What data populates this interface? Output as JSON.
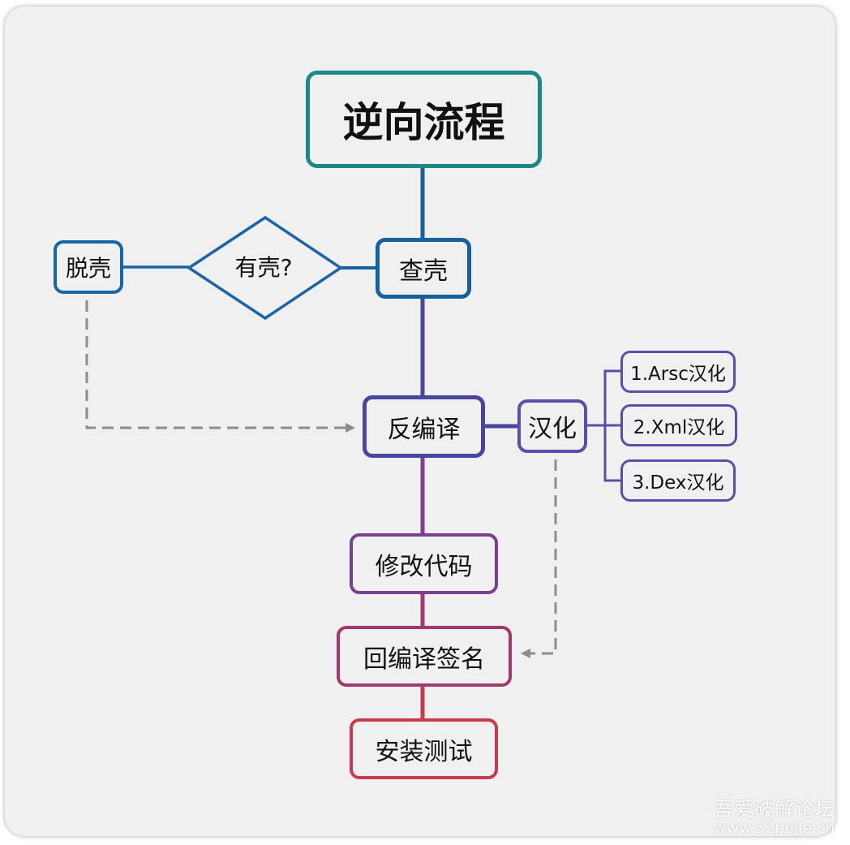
{
  "diagram": {
    "title": "逆向流程",
    "nodes": {
      "check_shell": "查壳",
      "has_shell_decision": "有壳?",
      "unpack": "脱壳",
      "decompile": "反编译",
      "localize": "汉化",
      "localize_steps": [
        "1.Arsc汉化",
        "2.Xml汉化",
        "3.Dex汉化"
      ],
      "modify_code": "修改代码",
      "recompile_sign": "回编译签名",
      "install_test": "安装测试"
    },
    "edges": [
      {
        "from": "逆向流程",
        "to": "查壳",
        "style": "solid"
      },
      {
        "from": "查壳",
        "to": "有壳?",
        "style": "solid"
      },
      {
        "from": "有壳?",
        "to": "脱壳",
        "style": "solid"
      },
      {
        "from": "脱壳",
        "to": "反编译",
        "style": "dashed-arrow"
      },
      {
        "from": "查壳",
        "to": "反编译",
        "style": "solid"
      },
      {
        "from": "反编译",
        "to": "汉化",
        "style": "solid"
      },
      {
        "from": "汉化",
        "to": "1.Arsc汉化",
        "style": "solid"
      },
      {
        "from": "汉化",
        "to": "2.Xml汉化",
        "style": "solid"
      },
      {
        "from": "汉化",
        "to": "3.Dex汉化",
        "style": "solid"
      },
      {
        "from": "汉化",
        "to": "回编译签名",
        "style": "dashed-arrow"
      },
      {
        "from": "反编译",
        "to": "修改代码",
        "style": "solid"
      },
      {
        "from": "修改代码",
        "to": "回编译签名",
        "style": "solid"
      },
      {
        "from": "回编译签名",
        "to": "安装测试",
        "style": "solid"
      }
    ],
    "colors": {
      "title_border": "#1a8a84",
      "blue": "#1760a0",
      "indigo": "#4a46a0",
      "purple": "#7a3f8e",
      "magenta": "#a03a6c",
      "red": "#c83a4e",
      "dashed": "#8c8c8c"
    }
  },
  "watermark": {
    "line1": "吾爱破解论坛",
    "line2": "www.52pojie.cn"
  }
}
